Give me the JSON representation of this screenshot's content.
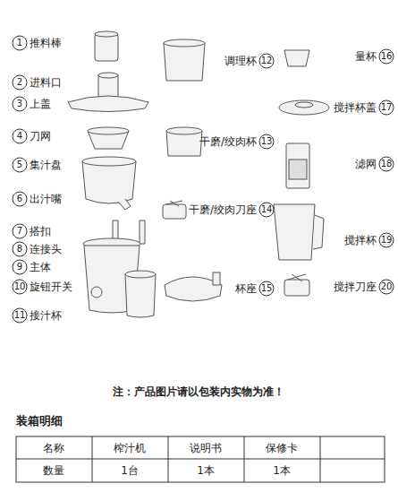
{
  "diagram": {
    "labels": [
      "1",
      "推料棒",
      "2",
      "进料口",
      "3",
      "上盖",
      "4",
      "刀网",
      "5",
      "集汁盘",
      "6",
      "出汁嘴",
      "7",
      "搭扣",
      "8",
      "连接头",
      "9",
      "主体",
      "10",
      "旋钮开关",
      "11",
      "接汁杯",
      "调理杯",
      "12",
      "干磨/绞肉杯",
      "13",
      "干磨/绞肉刀座",
      "14",
      "杯座",
      "15",
      "量杯",
      "16",
      "搅拌杯盖",
      "17",
      "滤网",
      "18",
      "搅拌杯",
      "19",
      "搅拌刀座",
      "20",
      "注：产品图片请以包装内实物为准！",
      "装箱明细",
      "名称",
      "榨汁机",
      "说明书",
      "保修卡",
      "数量",
      "1台",
      "1本",
      "1本"
    ]
  }
}
